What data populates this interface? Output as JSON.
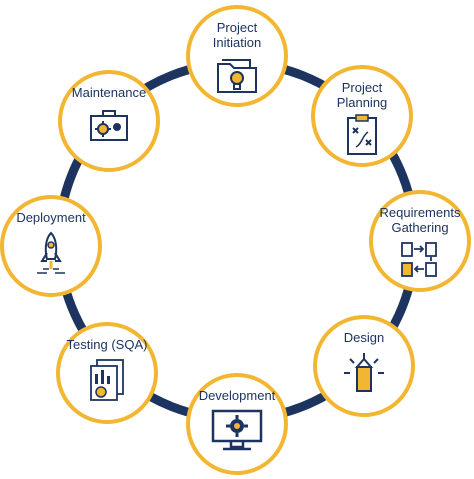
{
  "colors": {
    "ring": "#1d3460",
    "node_border": "#f2b632",
    "label": "#1d3460",
    "icon_stroke": "#1d3460",
    "icon_accent": "#f2b632"
  },
  "stages": [
    {
      "id": "initiation",
      "label": "Project\nInitiation",
      "icon": "folder-lightbulb-icon"
    },
    {
      "id": "planning",
      "label": "Project\nPlanning",
      "icon": "clipboard-strategy-icon"
    },
    {
      "id": "requirements",
      "label": "Requirements\nGathering",
      "icon": "documents-flow-icon"
    },
    {
      "id": "design",
      "label": "Design",
      "icon": "pencil-idea-icon"
    },
    {
      "id": "development",
      "label": "Development",
      "icon": "monitor-gear-icon"
    },
    {
      "id": "testing",
      "label": "Testing (SQA)",
      "icon": "report-chart-icon"
    },
    {
      "id": "deployment",
      "label": "Deployment",
      "icon": "rocket-launch-icon"
    },
    {
      "id": "maintenance",
      "label": "Maintenance",
      "icon": "toolbox-gears-icon"
    }
  ]
}
